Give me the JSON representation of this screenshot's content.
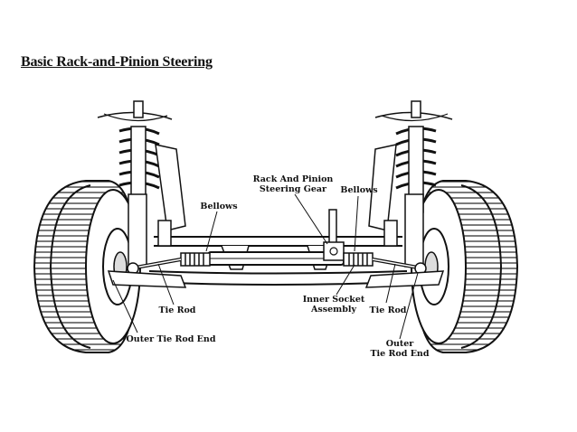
{
  "title": "Basic Rack-and-Pinion Steering",
  "labels": {
    "rack_and_pinion_line1": "Rack And Pinion",
    "rack_and_pinion_line2": "Steering Gear",
    "bellows_left": "Bellows",
    "bellows_right": "Bellows",
    "tie_rod_left": "Tie Rod",
    "tie_rod_right": "Tie Rod",
    "inner_socket_line1": "Inner Socket",
    "inner_socket_line2": "Assembly",
    "outer_tie_rod_end_left": "Outer Tie Rod End",
    "outer_tie_rod_end_right_line1": "Outer",
    "outer_tie_rod_end_right_line2": "Tie Rod End"
  }
}
